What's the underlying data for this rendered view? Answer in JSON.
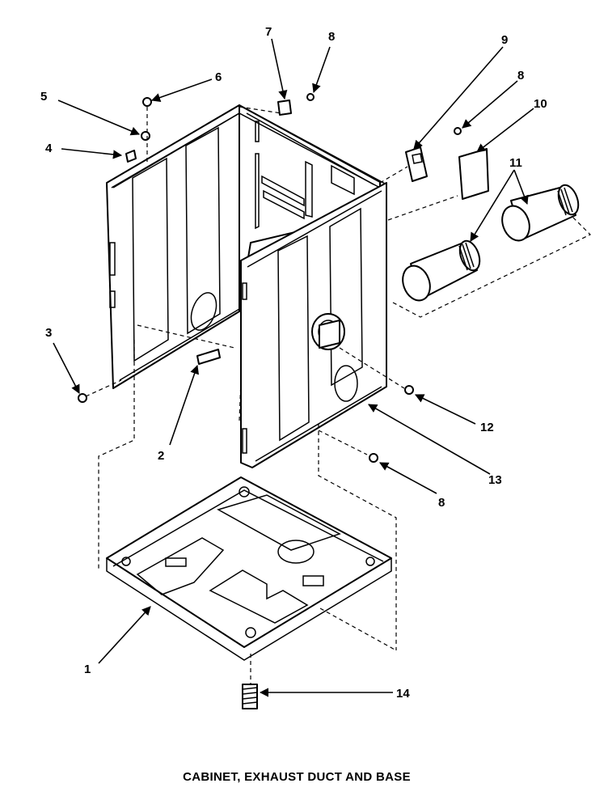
{
  "caption": "CABINET, EXHAUST DUCT AND BASE",
  "callouts": {
    "c1": "1",
    "c2": "2",
    "c3": "3",
    "c4": "4",
    "c5": "5",
    "c6": "6",
    "c7": "7",
    "c8a": "8",
    "c8b": "8",
    "c8c": "8",
    "c9": "9",
    "c10": "10",
    "c11": "11",
    "c12": "12",
    "c13": "13",
    "c14": "14"
  }
}
